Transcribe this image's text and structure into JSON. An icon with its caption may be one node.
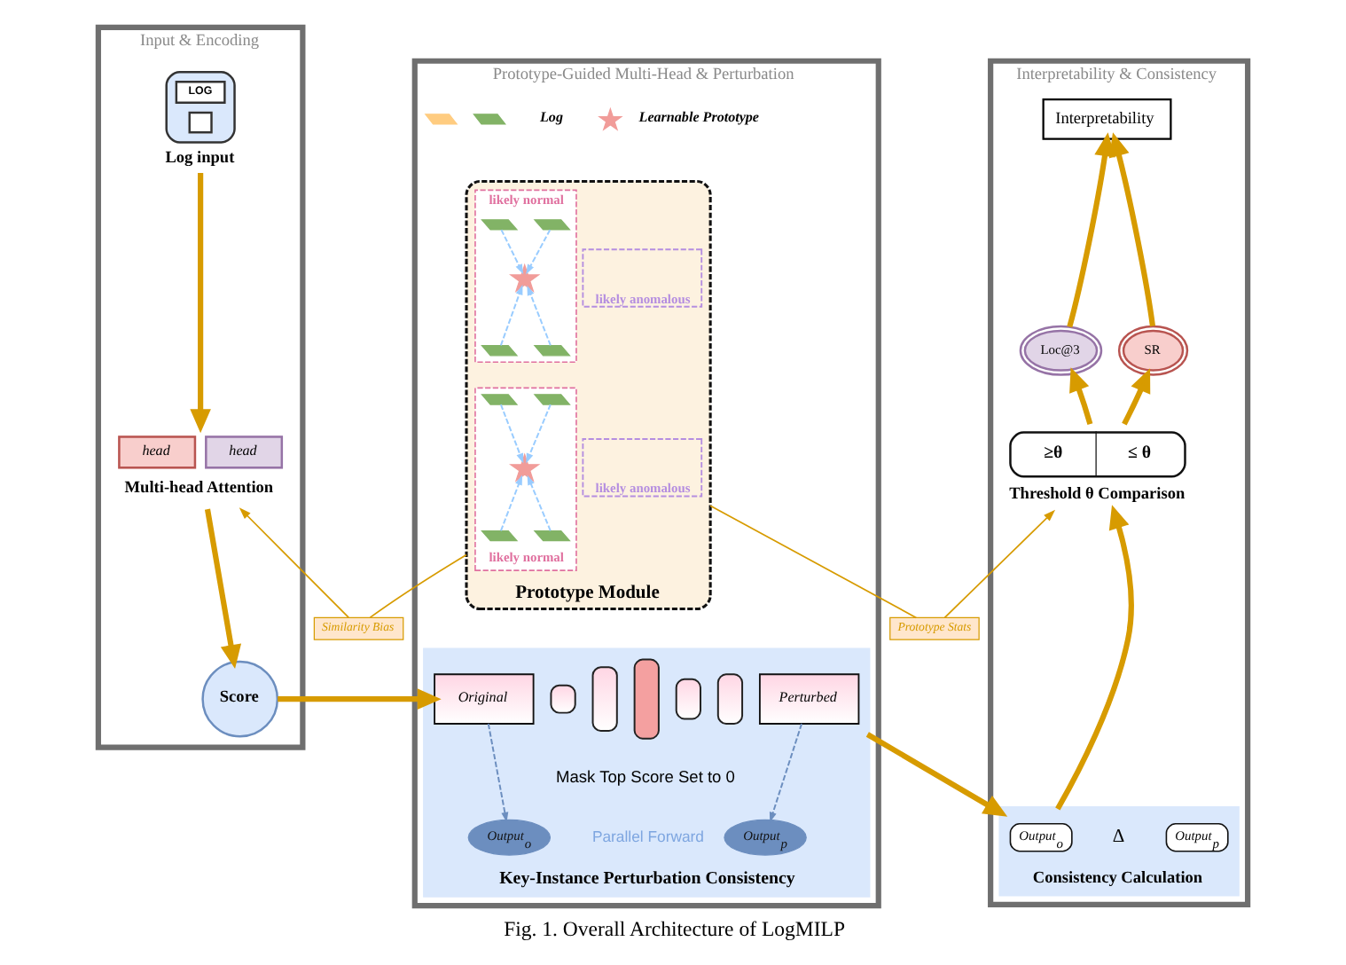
{
  "diagram": {
    "caption": "Fig. 1. Overall Architecture of LogMILP",
    "nodes": [
      {
        "text": [
          "Input & Encoding"
        ]
      },
      {
        "text": [
          "LOG",
          "Log input"
        ],
        "in": 0
      },
      {
        "text": [
          "head",
          "head",
          "Multi-head Attention"
        ],
        "in": 0
      },
      {
        "text": [
          "Score"
        ],
        "in": 0
      },
      {
        "text": [
          "Prototype-Guided Multi-Head & Perturbation"
        ]
      },
      {
        "text": [
          "Prototype Module"
        ],
        "in": 4
      },
      {
        "text": [
          "likely normal"
        ],
        "in": 5
      },
      {
        "text": [],
        "shape": "bar",
        "in": 6
      },
      {
        "text": [],
        "shape": "bar",
        "in": 6
      },
      {
        "text": [],
        "shape": "star",
        "in": 6
      },
      {
        "text": [],
        "shape": "bar",
        "in": 6
      },
      {
        "text": [],
        "shape": "bar",
        "in": 6
      },
      {
        "text": [
          "likely anomalous"
        ],
        "in": 5
      },
      {
        "text": [
          "likely normal"
        ],
        "in": 5
      },
      {
        "text": [],
        "shape": "bar",
        "in": 13
      },
      {
        "text": [],
        "shape": "bar",
        "in": 13
      },
      {
        "text": [],
        "shape": "bar",
        "in": 13
      },
      {
        "text": [],
        "shape": "star",
        "in": 13
      },
      {
        "text": [],
        "shape": "bar",
        "in": 13
      },
      {
        "text": [
          "likely anomalous"
        ],
        "in": 5
      },
      {
        "text": [
          "Key-Instance Perturbation Consistency"
        ],
        "in": 4
      },
      {
        "text": [
          "Original"
        ],
        "in": 20
      },
      {
        "text": [],
        "shape": "bar",
        "in": 20
      },
      {
        "text": [],
        "shape": "bar",
        "in": 20
      },
      {
        "text": [],
        "shape": "bar",
        "in": 20
      },
      {
        "text": [],
        "shape": "bar",
        "in": 20
      },
      {
        "text": [],
        "shape": "bar",
        "in": 20
      },
      {
        "text": [
          "Perturbed"
        ],
        "in": 20
      },
      {
        "text": [
          "Output$_{o}$"
        ],
        "in": 20
      },
      {
        "text": [
          "Output$_{p}$"
        ],
        "in": 20
      },
      {
        "text": [
          "Similarity Bias"
        ]
      },
      {
        "text": [
          "Prototype Stats"
        ]
      },
      {
        "text": [
          "Interpretability & Consistency"
        ]
      },
      {
        "text": [
          "Interpretability"
        ],
        "in": 32
      },
      {
        "text": [
          "Loc@3"
        ],
        "in": 32
      },
      {
        "text": [
          "SR"
        ],
        "in": 32
      },
      {
        "text": [
          "≥θ",
          "≤ θ",
          "Threshold θ Comparison"
        ],
        "in": 32
      },
      {
        "text": [
          "Consistency Calculation"
        ],
        "in": 32
      },
      {
        "text": [
          "Output$_{o}$"
        ],
        "in": 37
      },
      {
        "text": [
          "Output$_{p}$"
        ],
        "in": 37
      }
    ],
    "edges": [
      {
        "from": 1,
        "to": 2,
        "arrow": "to",
        "style": "thick"
      },
      {
        "from": 2,
        "to": 3,
        "arrow": "to",
        "style": "thick"
      },
      {
        "from": 3,
        "to": 21,
        "arrow": "to",
        "style": "thick"
      },
      {
        "from": 7,
        "to": 9,
        "arrow": "to",
        "style": "dashed",
        "color": "#99ccff"
      },
      {
        "from": 8,
        "to": 9,
        "arrow": "to",
        "style": "dashed",
        "color": "#99ccff"
      },
      {
        "from": 10,
        "to": 9,
        "arrow": "to",
        "style": "dashed",
        "color": "#99ccff"
      },
      {
        "from": 11,
        "to": 9,
        "arrow": "to",
        "style": "dashed",
        "color": "#99ccff"
      },
      {
        "from": 14,
        "to": 17,
        "arrow": "to",
        "style": "dashed",
        "color": "#99ccff"
      },
      {
        "from": 15,
        "to": 17,
        "arrow": "to",
        "style": "dashed",
        "color": "#99ccff"
      },
      {
        "from": 16,
        "to": 17,
        "arrow": "to",
        "style": "dashed",
        "color": "#99ccff"
      },
      {
        "from": 18,
        "to": 17,
        "arrow": "to",
        "style": "dashed",
        "color": "#99ccff"
      },
      {
        "from": 21,
        "to": 28,
        "arrow": "to",
        "style": "dashed",
        "color": "#6c8ebf"
      },
      {
        "from": 27,
        "to": 29,
        "arrow": "to",
        "style": "dashed",
        "color": "#6c8ebf"
      },
      {
        "from": 5,
        "to": 30,
        "arrow": "none"
      },
      {
        "from": 30,
        "to": 2,
        "arrow": "to"
      },
      {
        "from": 5,
        "to": 31,
        "arrow": "none"
      },
      {
        "from": 31,
        "to": 36,
        "arrow": "to"
      },
      {
        "from": 20,
        "to": 37,
        "arrow": "to",
        "style": "thick"
      },
      {
        "from": 37,
        "to": 36,
        "arrow": "to",
        "style": "thick"
      },
      {
        "from": 36,
        "to": 34,
        "arrow": "to",
        "style": "thick"
      },
      {
        "from": 36,
        "to": 35,
        "arrow": "to",
        "style": "thick"
      },
      {
        "from": 34,
        "to": 33,
        "arrow": "to",
        "style": "thick"
      },
      {
        "from": 35,
        "to": 33,
        "arrow": "to",
        "style": "thick"
      }
    ],
    "labels": [
      "Mask Top Score Set to 0",
      "Parallel Forward",
      "Δ"
    ],
    "legend": [
      {
        "text": "Log"
      },
      {
        "text": "Learnable Prototype"
      }
    ]
  }
}
